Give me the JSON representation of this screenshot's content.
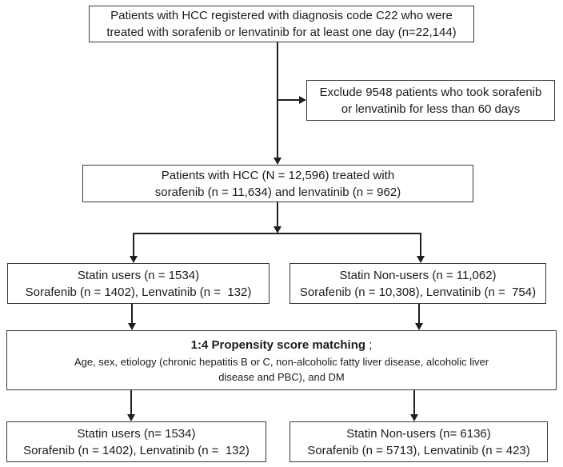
{
  "boxes": {
    "initial": {
      "line1": "Patients with HCC registered with diagnosis code C22 who were",
      "line2": "treated with sorafenib or lenvatinib for at least one day (n=22,144)"
    },
    "exclude": {
      "line1": "Exclude 9548 patients who took sorafenib",
      "line2": "or lenvatinib for less than 60 days"
    },
    "treated": {
      "line1": "Patients with HCC (N = 12,596) treated with",
      "line2": "sorafenib (n = 11,634) and lenvatinib (n = 962)"
    },
    "statin_users": {
      "line1": "Statin users (n = 1534)",
      "line2": "Sorafenib (n = 1402), Lenvatinib (n =  132)"
    },
    "statin_nonusers": {
      "line1": "Statin Non-users (n = 11,062)",
      "line2": "Sorafenib (n = 10,308), Lenvatinib (n =  754)"
    },
    "psm": {
      "title": "1:4 Propensity score matching",
      "title_suffix": " ;",
      "line1": "Age, sex, etiology (chronic hepatitis B or C, non-alcoholic fatty liver disease, alcoholic liver",
      "line2": "disease and PBC), and DM"
    },
    "matched_users": {
      "line1": "Statin users (n= 1534)",
      "line2": "Sorafenib (n = 1402), Lenvatinib (n =  132)"
    },
    "matched_nonusers": {
      "line1": "Statin Non-users (n= 6136)",
      "line2": "Sorafenib (n = 5713), Lenvatinib (n = 423)"
    }
  },
  "colors": {
    "background": "#ffffff",
    "border": "#3a3a3a",
    "line": "#1f1f1f",
    "text": "#1c1c1c"
  }
}
